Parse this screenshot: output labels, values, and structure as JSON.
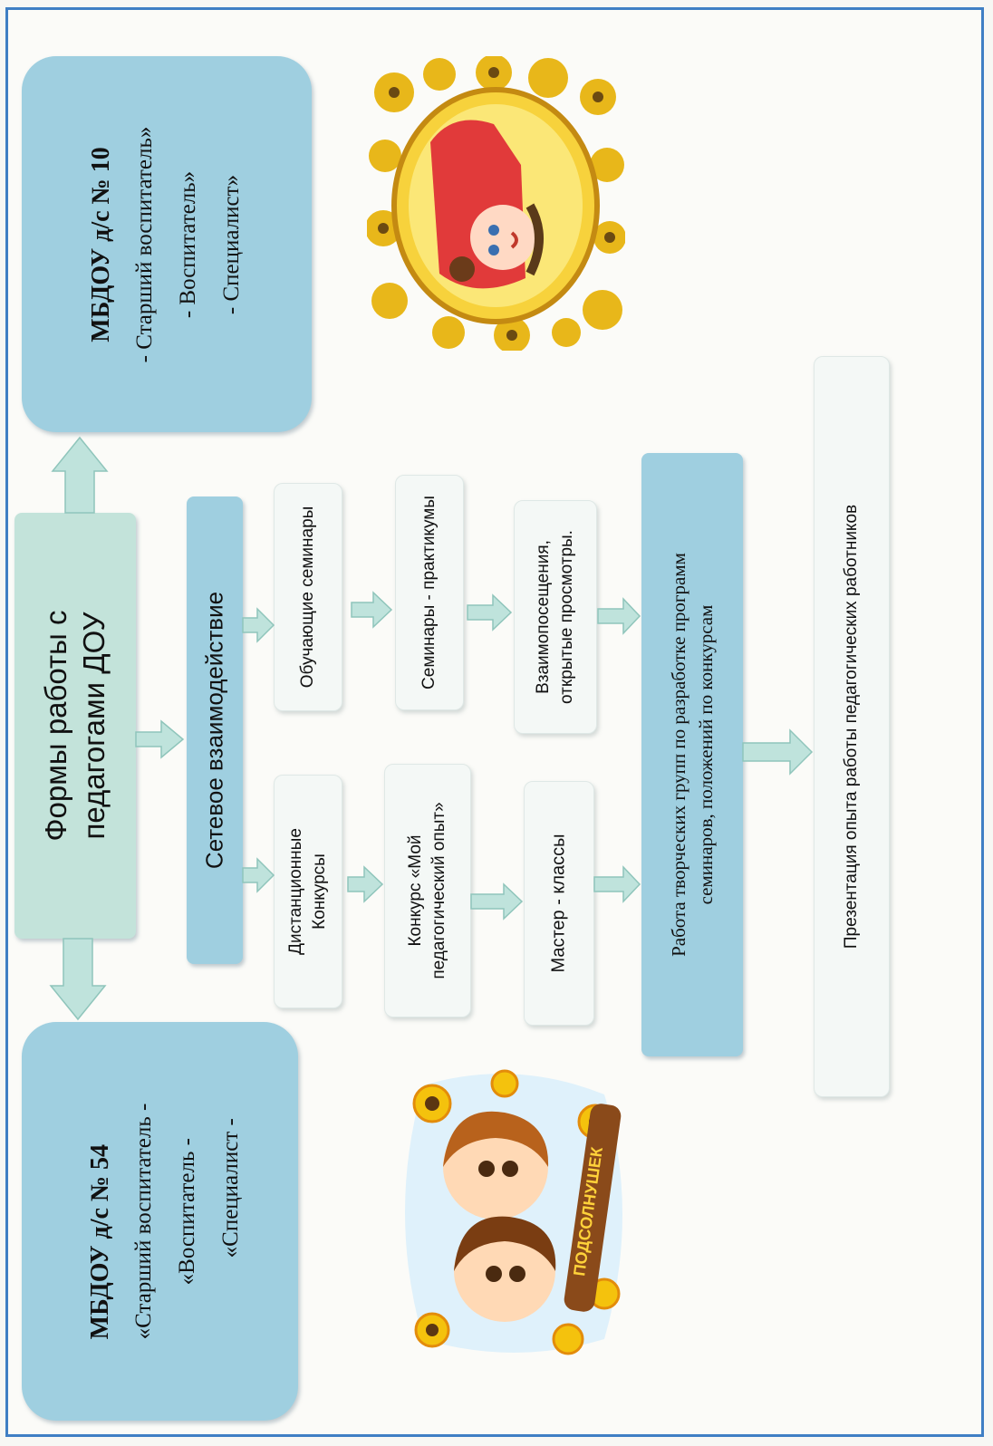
{
  "mbdou10": {
    "title": "МБДОУ д/с № 10",
    "items": [
      "- Старший воспитатель»",
      "- Воспитатель»",
      "- Специалист»"
    ]
  },
  "mbdou54": {
    "title": "МБДОУ д/с № 54",
    "items": [
      "«Старший воспитатель -",
      "«Воспитатель -",
      "«Специалист -"
    ]
  },
  "main": {
    "line1": "Формы работы с",
    "line2": "педагогами ДОУ"
  },
  "network": "Сетевое взаимодействие",
  "nodes": {
    "obuch": "Обучающие семинары",
    "seminars": "Семинары - практикумы",
    "vzaimo1": "Взаимопосещения,",
    "vzaimo2": "открытые просмотры.",
    "dist1": "Дистанционные",
    "dist2": "Конкурсы",
    "konkurs1": "Конкурс «Мой",
    "konkurs2": "педагогический опыт»",
    "master": "Мастер - классы"
  },
  "creative": {
    "line1": "Работа творческих групп по разработке программ",
    "line2": "семинаров, положений по конкурсам"
  },
  "presentation": "Презентация опыта работы педагогических работников",
  "logo_text": "ПОДСОЛНУШЕК",
  "colors": {
    "frame": "#3f7fc4",
    "blue_box": "#9fcfe0",
    "mint_box": "#c3e3da",
    "white_box": "#f4f8f6",
    "arrow": "#bfe3dc"
  }
}
